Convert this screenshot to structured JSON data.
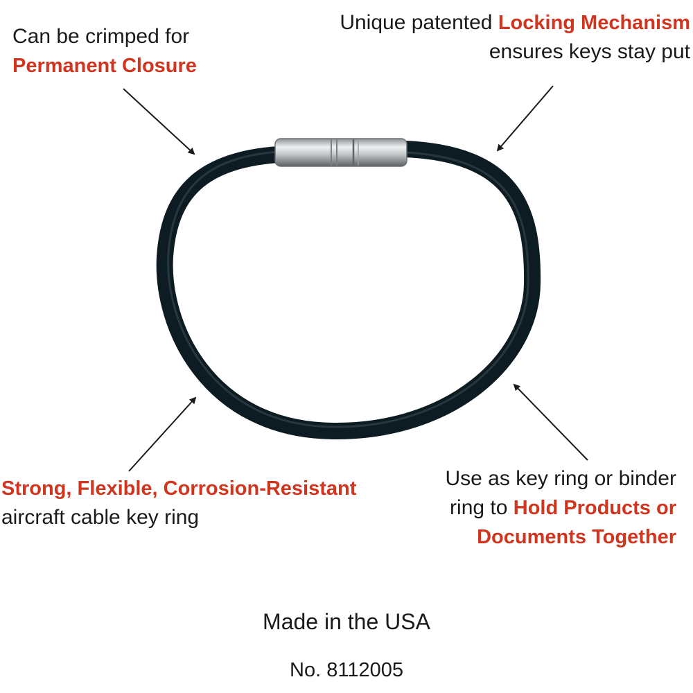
{
  "callouts": {
    "top_left": {
      "line1": "Can be crimped for",
      "highlight": "Permanent Closure"
    },
    "top_right": {
      "prefix": "Unique patented ",
      "highlight": "Locking Mechanism",
      "line2": "ensures keys stay put"
    },
    "bottom_left": {
      "highlight": "Strong, Flexible, Corrosion-Resistant",
      "line2": "aircraft cable key ring"
    },
    "bottom_right": {
      "line1": "Use as key ring or binder",
      "line2_prefix": "ring to ",
      "highlight1": "Hold Products or",
      "highlight2": "Documents Together"
    }
  },
  "footer": {
    "made_in": "Made in the USA",
    "model_number": "No. 8112005"
  },
  "colors": {
    "highlight": "#d0351f",
    "text": "#1a1a1a",
    "ring": "#0d1c22",
    "clasp": "#b8bcbf"
  },
  "icons": [
    "arrow-icon",
    "key-ring-image"
  ]
}
